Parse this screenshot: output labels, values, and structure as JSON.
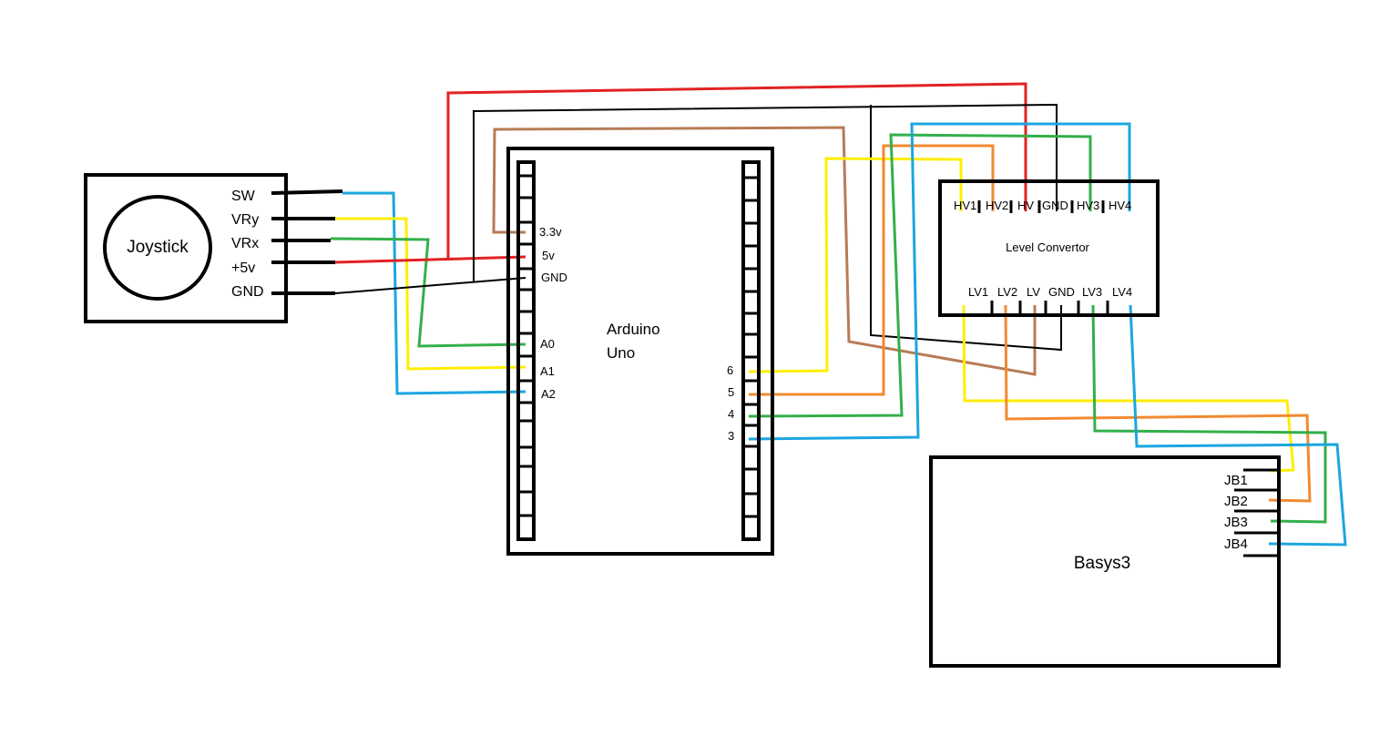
{
  "colors": {
    "outline": "#000000",
    "red": "#e22222",
    "yellow": "#ffee00",
    "green": "#33b04a",
    "blue": "#1ba6e0",
    "orange": "#f28a30",
    "brown": "#b77c56",
    "black": "#000000"
  },
  "joystick": {
    "title": "Joystick",
    "pins": [
      "SW",
      "VRy",
      "VRx",
      "+5v",
      "GND"
    ]
  },
  "arduino": {
    "title_line1": "Arduino",
    "title_line2": "Uno",
    "left_labels": [
      "3.3v",
      "5v",
      "GND",
      "A0",
      "A1",
      "A2"
    ],
    "right_labels": [
      "6",
      "5",
      "4",
      "3"
    ]
  },
  "level_convertor": {
    "title": "Level Convertor",
    "hv_pins": [
      "HV1",
      "HV2",
      "HV",
      "GND",
      "HV3",
      "HV4"
    ],
    "lv_pins": [
      "LV1",
      "LV2",
      "LV",
      "GND",
      "LV3",
      "LV4"
    ]
  },
  "basys3": {
    "title": "Basys3",
    "pins": [
      "JB1",
      "JB2",
      "JB3",
      "JB4"
    ]
  }
}
